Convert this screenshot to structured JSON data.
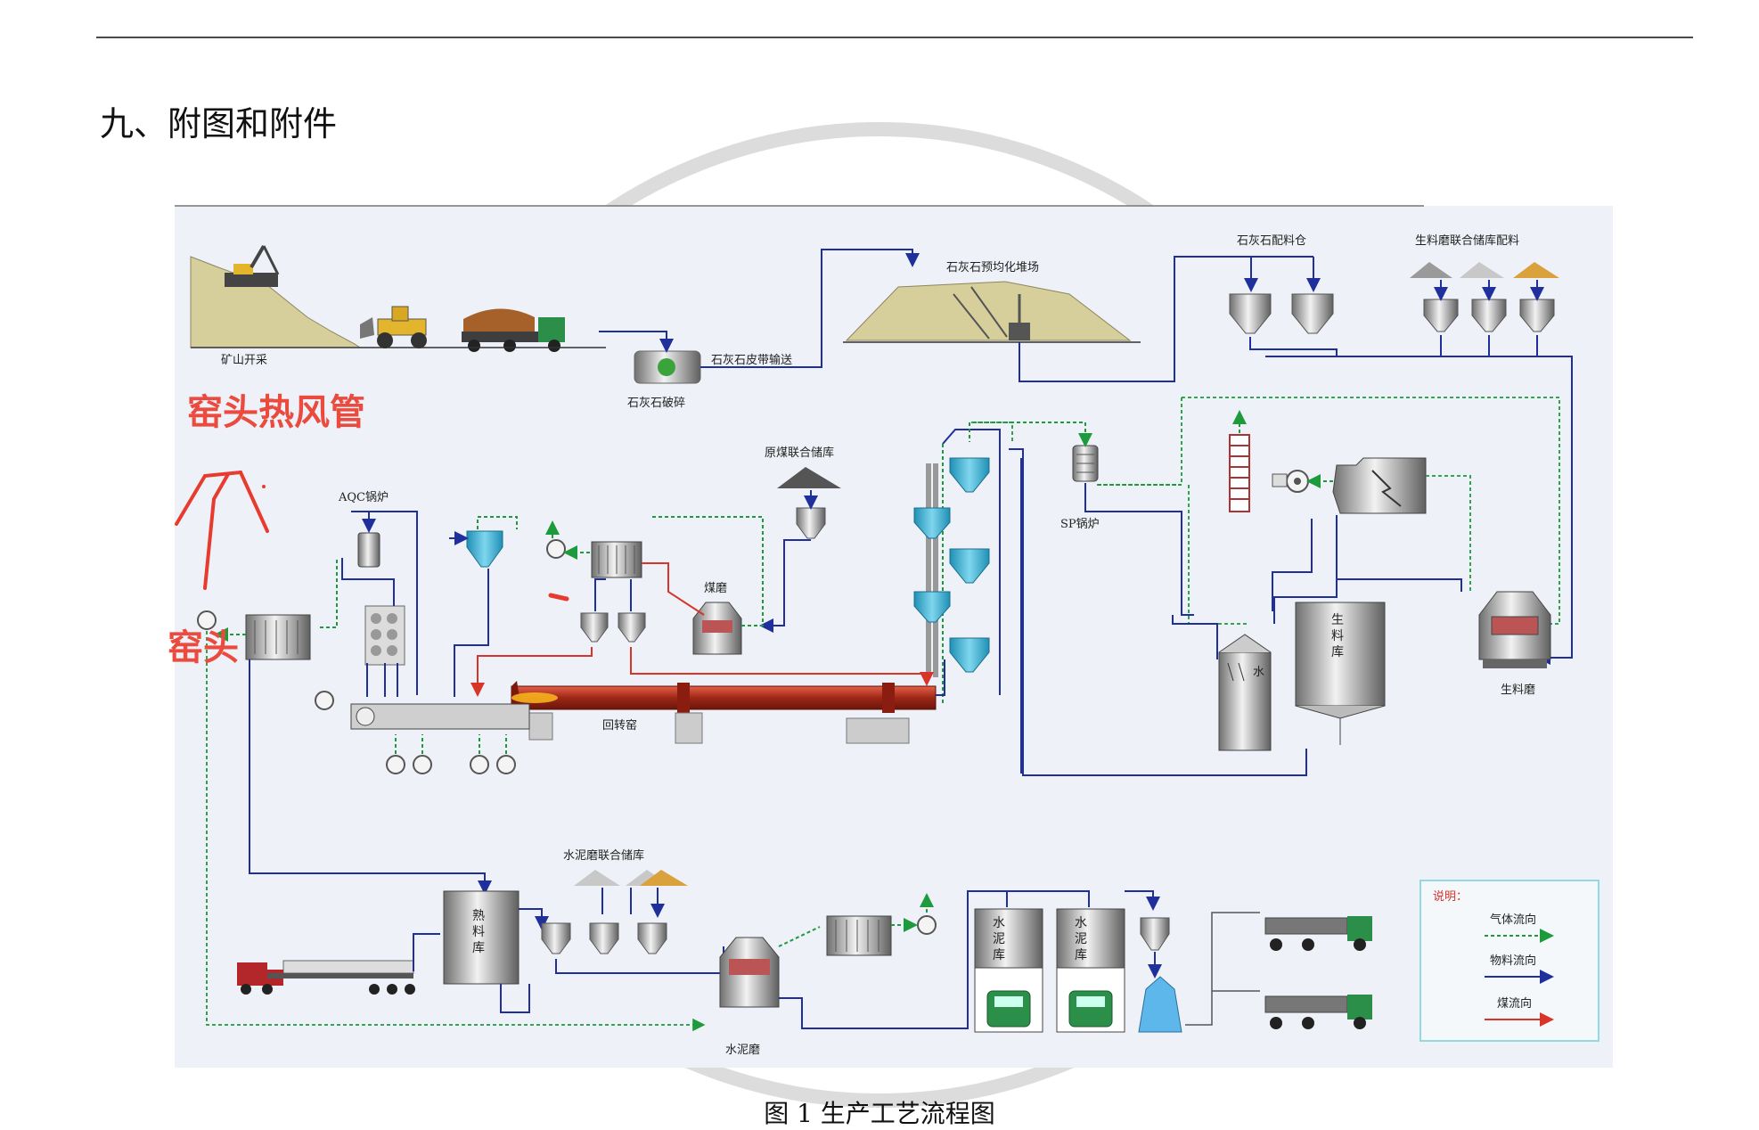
{
  "page": {
    "section_heading": "九、附图和附件",
    "figure_caption": "图 1  生产工艺流程图"
  },
  "diagram": {
    "labels": {
      "mining": "矿山开采",
      "limestone_crushing": "石灰石破碎",
      "limestone_belt": "石灰石皮带输送",
      "prehomogenization": "石灰石预均化堆场",
      "limestone_bins": "石灰石配料仓",
      "raw_mill_bins": "生料磨联合储库配料",
      "coal_storage": "原煤联合储库",
      "aqc_boiler": "AQC锅炉",
      "coal_mill": "煤磨",
      "sp_boiler": "SP锅炉",
      "rotary_kiln": "回转窑",
      "raw_meal_silo_1": "生",
      "raw_meal_silo_2": "料",
      "raw_meal_silo_3": "库",
      "water": "水",
      "raw_mill": "生料磨",
      "cement_mill_storage": "水泥磨联合储库",
      "clinker_silo_1": "熟",
      "clinker_silo_2": "料",
      "clinker_silo_3": "库",
      "cement_silo_1": "水",
      "cement_silo_2": "泥",
      "cement_silo_3": "库",
      "cement_mill": "水泥磨"
    },
    "legend": {
      "title": "说明：",
      "gas_flow": "气体流向",
      "material_flow": "物料流向",
      "coal_flow": "煤流向"
    },
    "annotations": {
      "kiln_hood_duct": "窑头热风管",
      "kiln_hood": "窑头"
    },
    "colors": {
      "gas_flow": "#1d9a3c",
      "material_flow": "#1f2f9c",
      "coal_flow": "#d8342a",
      "annotation": "#ea4b3e",
      "kiln": "#b2331f",
      "cyclone": "#2aa7c9",
      "legend_border": "#8fdbe0"
    },
    "icons": [
      "excavator-icon",
      "loader-icon",
      "dump-truck-icon",
      "crusher-icon",
      "cyclone-icon",
      "fan-icon",
      "hopper-icon",
      "silo-icon",
      "mill-icon",
      "cement-truck-icon",
      "semi-truck-icon"
    ]
  }
}
